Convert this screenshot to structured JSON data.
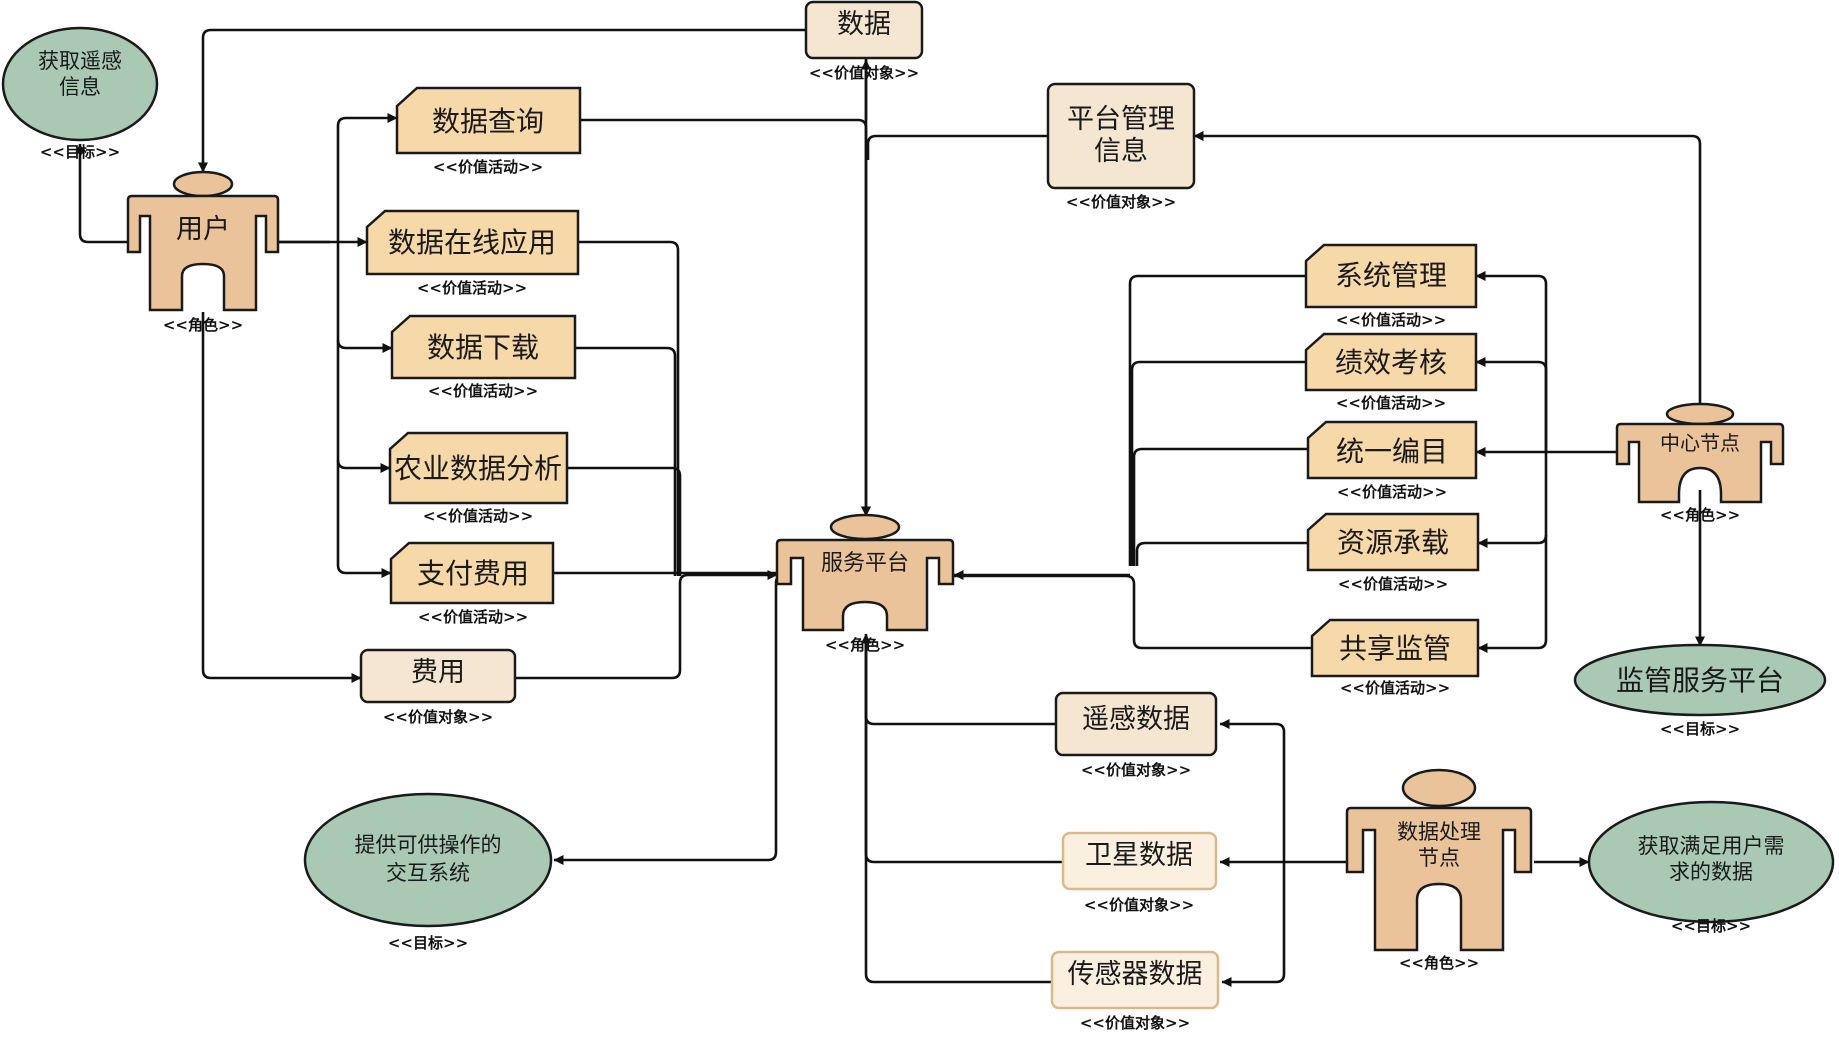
{
  "stereotypes": {
    "goal": "<<目标>>",
    "role": "<<角色>>",
    "activity": "<<价值活动>>",
    "object": "<<价值对象>>"
  },
  "goals": {
    "get_rs_info": [
      "获取遥感",
      "信息"
    ],
    "interactive_system": [
      "提供可供操作的",
      "交互系统"
    ],
    "supervision_platform": [
      "监管服务平台"
    ],
    "user_data": [
      "获取满足用户需",
      "求的数据"
    ]
  },
  "roles": {
    "user": [
      "用户"
    ],
    "service_platform": [
      "服务平台"
    ],
    "central_node": [
      "中心节点"
    ],
    "processing_node": [
      "数据处理",
      "节点"
    ]
  },
  "activities": {
    "data_query": "数据查询",
    "online_app": "数据在线应用",
    "data_download": "数据下载",
    "agri_analysis": "农业数据分析",
    "pay_fee": "支付费用",
    "sys_mgmt": "系统管理",
    "perf_eval": "绩效考核",
    "catalog": "统一编目",
    "resource": "资源承载",
    "shared_supervision": "共享监管"
  },
  "objects": {
    "data": [
      "数据"
    ],
    "fee": [
      "费用"
    ],
    "platform_info": [
      "平台管理",
      "信息"
    ],
    "rs_data": [
      "遥感数据"
    ],
    "satellite_data": [
      "卫星数据"
    ],
    "sensor_data": [
      "传感器数据"
    ]
  },
  "colors": {
    "goal_fill": "#a9c9b4",
    "role_fill": "#eac39b",
    "activity_fill": "#f7d8a8",
    "object_fill": "#f5e6d1",
    "object_fill_alt": "#fbefe0",
    "object_border_alt": "#d9b98a",
    "stroke": "#1a1a1a"
  }
}
